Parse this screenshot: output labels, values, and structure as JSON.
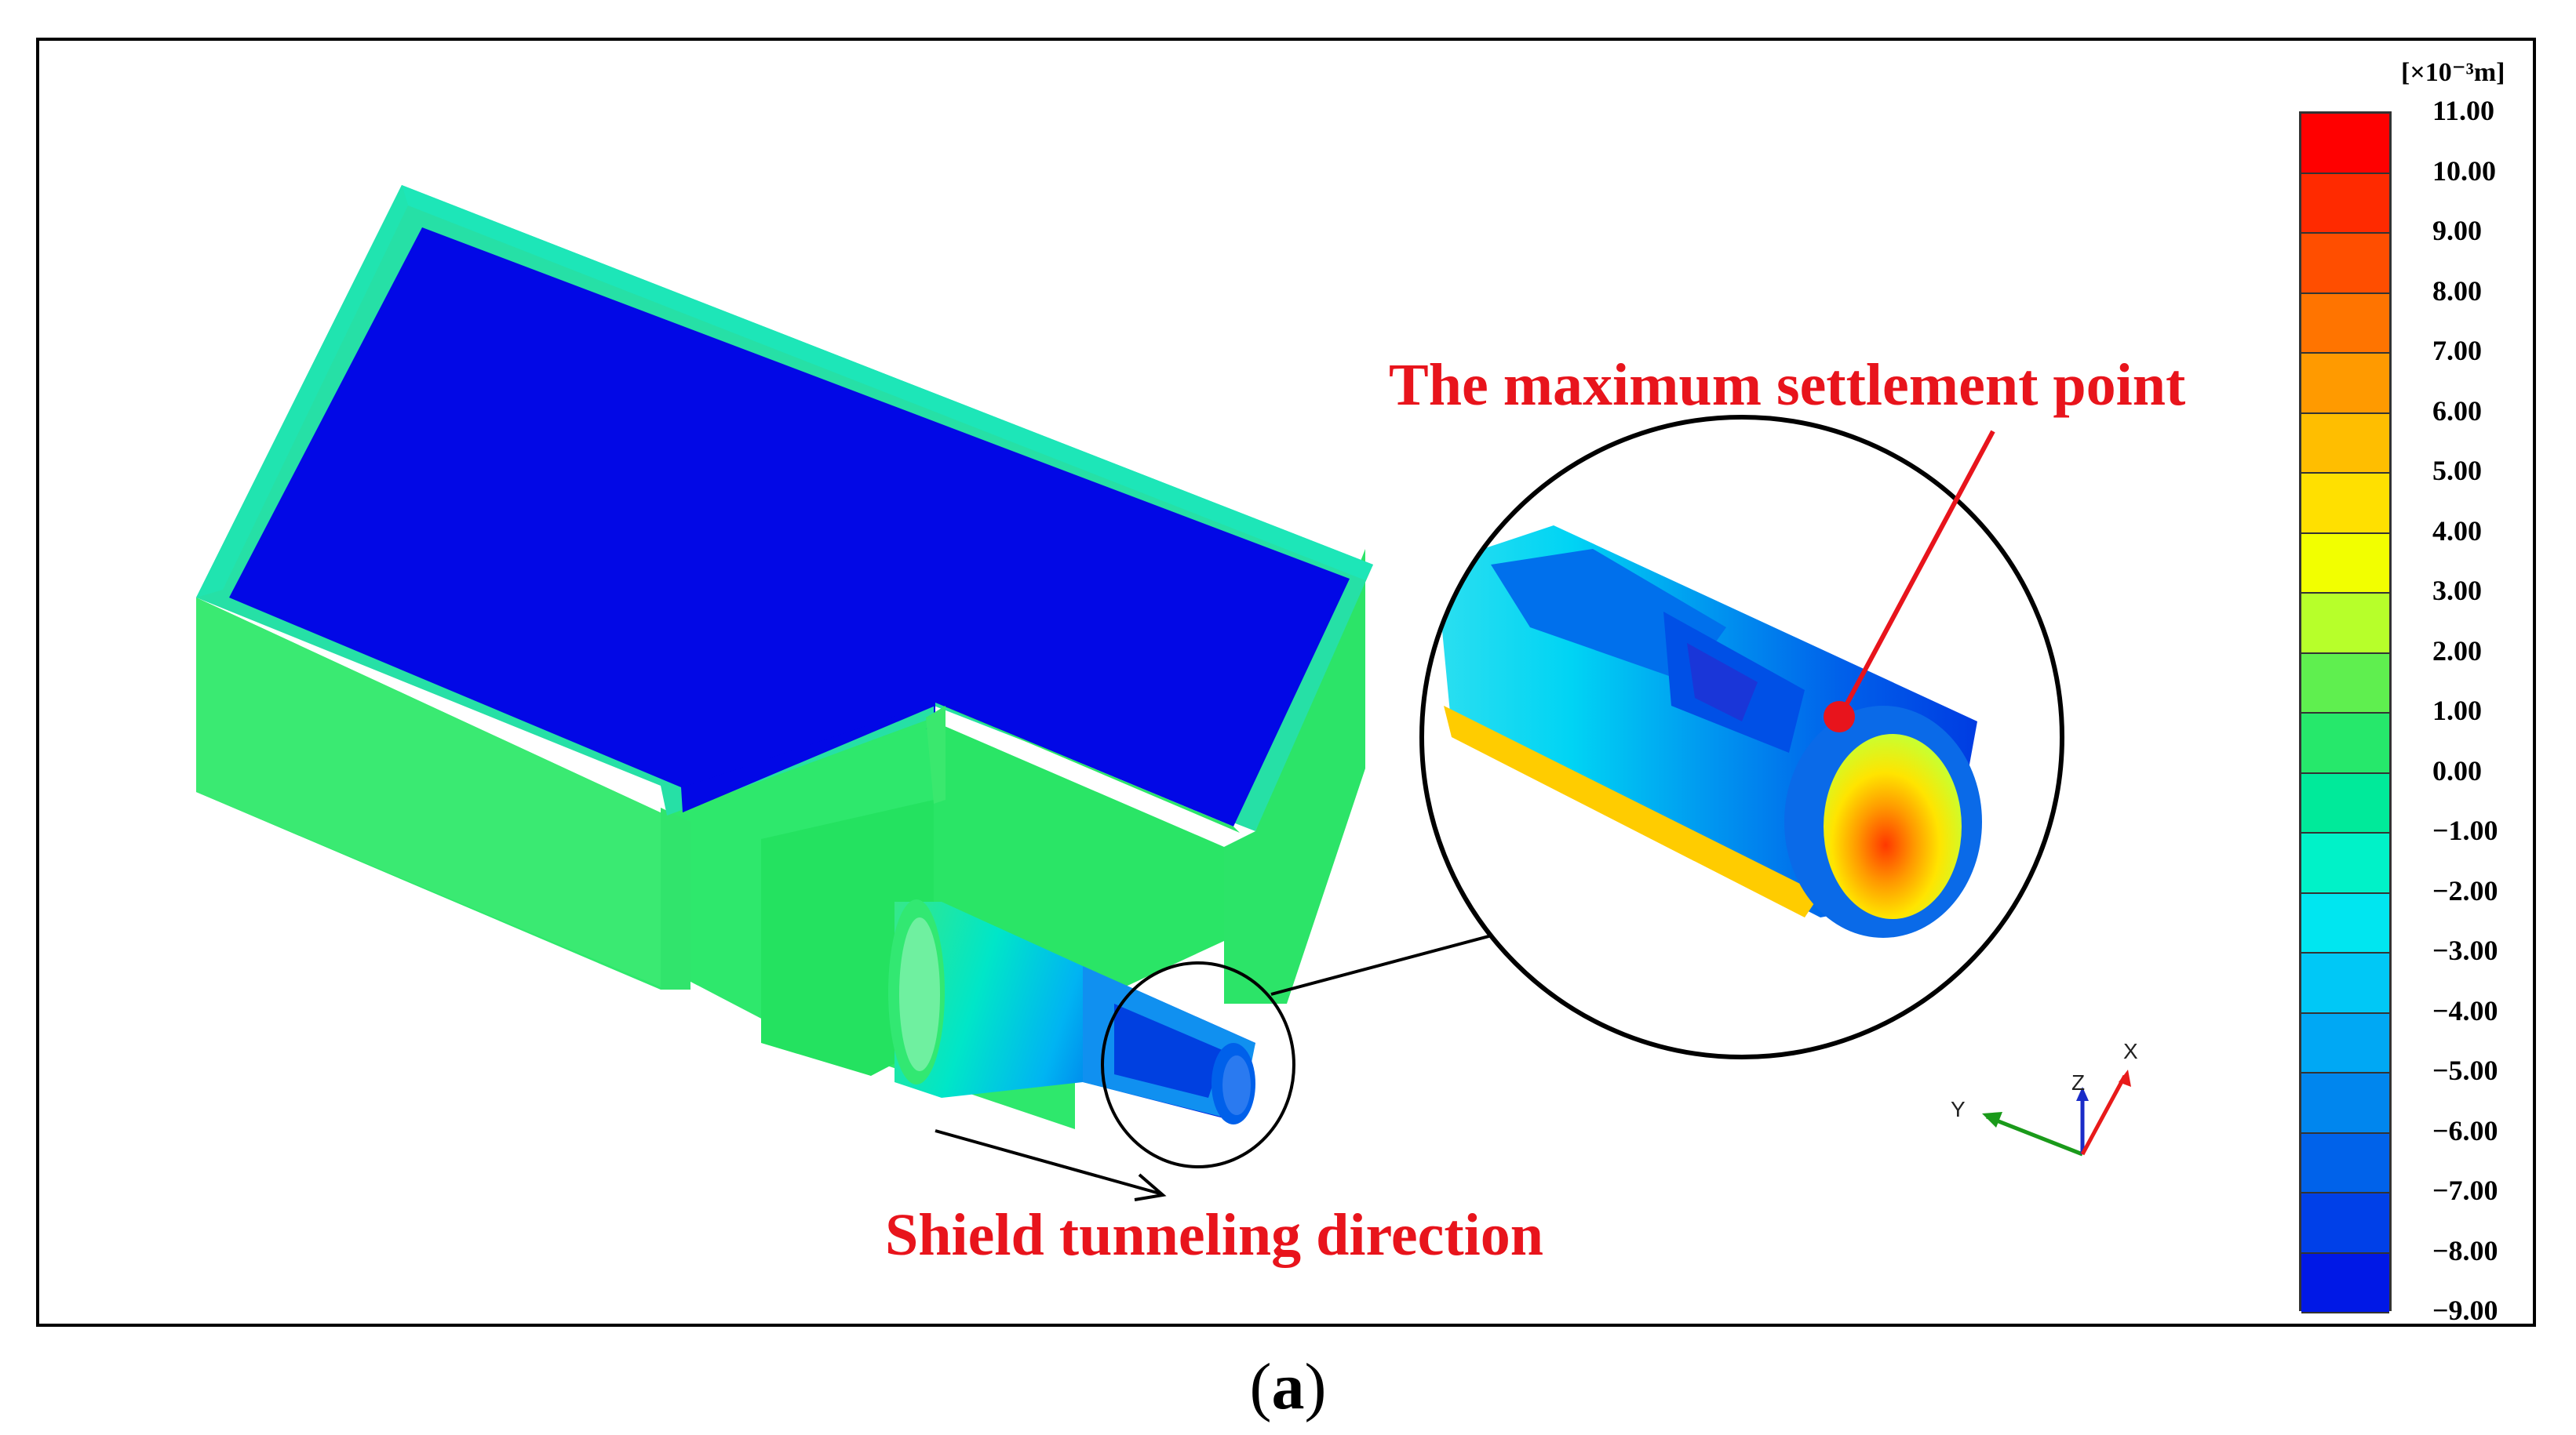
{
  "annotations": {
    "max_point": "The maximum settlement point",
    "direction": "Shield tunneling direction"
  },
  "caption": {
    "open": "(",
    "letter": "a",
    "close": ")"
  },
  "legend": {
    "unit": "[×10⁻³m]",
    "ticks": [
      "11.00",
      "10.00",
      "9.00",
      "8.00",
      "7.00",
      "6.00",
      "5.00",
      "4.00",
      "3.00",
      "2.00",
      "1.00",
      "0.00",
      "−1.00",
      "−2.00",
      "−3.00",
      "−4.00",
      "−5.00",
      "−6.00",
      "−7.00",
      "−8.00",
      "−9.00"
    ],
    "colors": [
      "#ff0000",
      "#ff2a00",
      "#ff4e00",
      "#ff7400",
      "#ff9a00",
      "#ffbe00",
      "#ffe000",
      "#f2ff00",
      "#b7ff2a",
      "#5fef4f",
      "#26e86b",
      "#00ea9a",
      "#00f2c8",
      "#00e6f0",
      "#00c8f6",
      "#00a8f4",
      "#0086ee",
      "#0062ea",
      "#0040e8",
      "#0018e6"
    ]
  },
  "axes_triad": {
    "x": "X",
    "y": "Y",
    "z": "Z"
  },
  "colors": {
    "accent_red": "#e8141c",
    "frame": "#000000"
  }
}
